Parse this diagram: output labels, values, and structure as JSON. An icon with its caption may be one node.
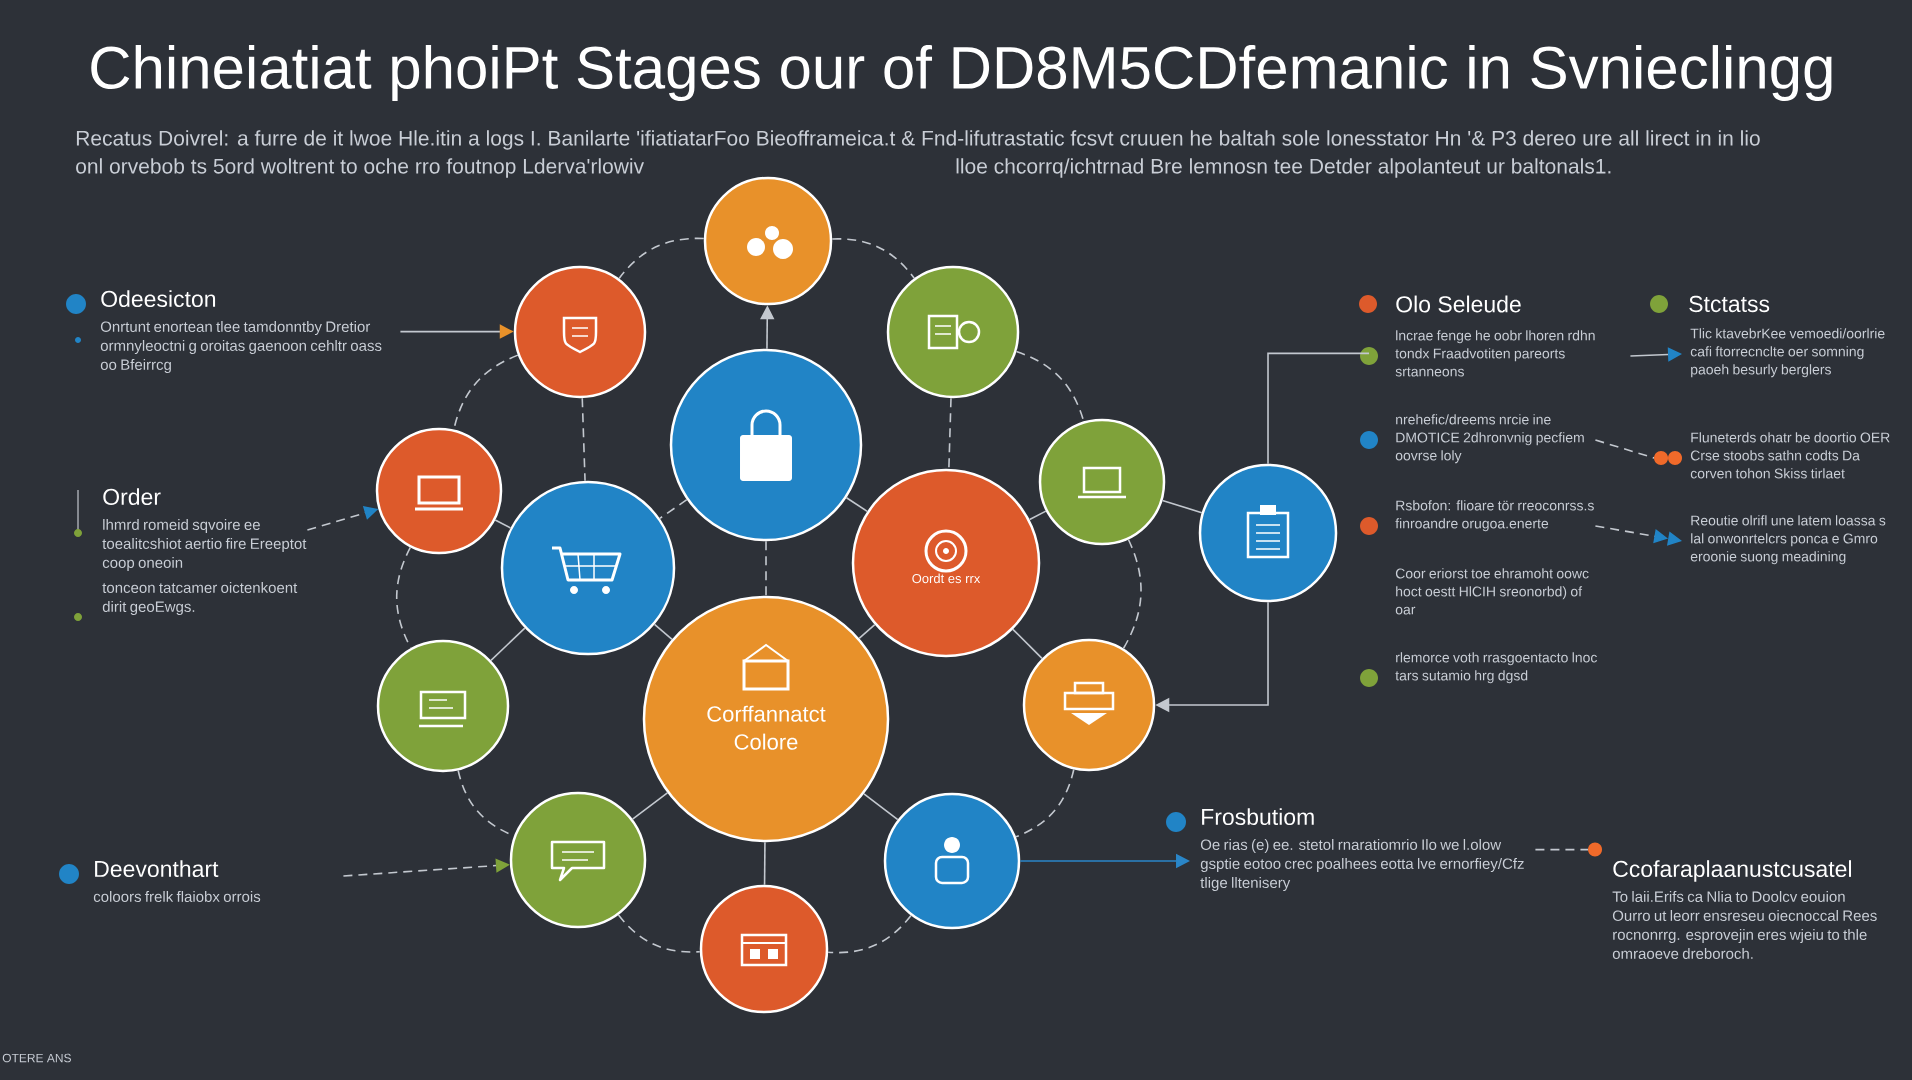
{
  "diagram": {
    "title": "Chineiatiat phoiPt Stages our of DD8M5CDfemanic in Svnieclingg",
    "nodes": [
      {
        "text": [],
        "shape": "circle"
      },
      {
        "text": [],
        "shape": "circle"
      },
      {
        "text": [],
        "shape": "circle"
      },
      {
        "text": [],
        "shape": "circle"
      },
      {
        "text": [],
        "shape": "circle"
      },
      {
        "text": [],
        "shape": "circle"
      },
      {
        "text": [],
        "shape": "circle"
      },
      {
        "text": [
          "Oordt es rrx"
        ]
      },
      {
        "text": [],
        "shape": "circle"
      },
      {
        "text": [],
        "shape": "circle"
      },
      {
        "text": [
          "Corffannatct Colore"
        ]
      },
      {
        "text": [],
        "shape": "circle"
      },
      {
        "text": [],
        "shape": "circle"
      },
      {
        "text": [],
        "shape": "circle"
      },
      {
        "text": [],
        "shape": "circle"
      },
      {
        "text": [
          "Odeesicton",
          "Onrtunt enortean tlee tamdonntby Dretior ormnyleoctni g oroitas gaenoon cehltr oass oo Bfeirrcg"
        ]
      },
      {
        "text": [
          "Order",
          "lhmrd romeid sqvoire ee toealitcshiot aertio fire Ereeptot coop oneoin",
          "tonceon tatcamer oictenkoent dirit geoEwgs."
        ]
      },
      {
        "text": [
          "Deevonthart",
          "coloors frelk flaiobx orrois"
        ]
      },
      {
        "text": [
          "lncrae fenge he oobr lhoren rdhn tondx Fraadvotiten pareorts srtanneons"
        ]
      },
      {
        "text": [
          "nrehefic/dreems nrcie ine DMOTICE 2dhronvnig pecfiem oovrse loly"
        ]
      },
      {
        "text": [
          "Rsbofon: flioare tör rreoconrss.s finroandre orugoa.enerte"
        ]
      },
      {
        "text": [
          "Coor eriorst toe ehramoht oowc hoct oestt HlCIH sreonorbd) of oar"
        ]
      },
      {
        "text": [
          "rlemorce voth rrasgoentacto lnoc tars sutamio hrg dgsd"
        ]
      },
      {
        "text": [
          "Tlic ktavebrKee vemoedi/oorlrie cafi ftorrecnclte oer somning paoeh besurly berglers"
        ]
      },
      {
        "text": [
          "Fluneterds ohatr be doortio OER Crse stoobs sathn codts Da corven tohon Skiss tirlaet"
        ]
      },
      {
        "text": [
          "Reoutie olrifl une latem loassa s lal onwonrtelcrs ponca e Gmro eroonie suong meadining"
        ]
      },
      {
        "text": [
          "Frosbutiom",
          "Oe rias (e) ee. stetol rnaratiomrio Ilo we l.olow gsptie eotoo crec poalhees eotta lve ernorfiey/Cfz tlige lltenisery"
        ]
      },
      {
        "text": [
          "Ccofaraplaanustcusatel",
          "To laii.Erifs ca Nlia to Doolcv eouion Ourro ut leorr ensreseu oiecnoccal Rees rocnonrrg. esprovejin eres wjeiu to thle omraoeve dreboroch."
        ]
      }
    ],
    "edges": [
      {
        "from": 15,
        "to": 1,
        "arrow": "to"
      },
      {
        "from": 16,
        "to": 4,
        "arrow": "to",
        "style": "dashed"
      },
      {
        "from": 17,
        "to": 12,
        "arrow": "to",
        "style": "dashed"
      },
      {
        "from": 0,
        "to": 1,
        "arrow": "none",
        "style": "dashed"
      },
      {
        "from": 0,
        "to": 2,
        "arrow": "none",
        "style": "dashed"
      },
      {
        "from": 1,
        "to": 4,
        "arrow": "none",
        "style": "dashed"
      },
      {
        "from": 2,
        "to": 5,
        "arrow": "none",
        "style": "dashed"
      },
      {
        "from": 4,
        "to": 9,
        "arrow": "none",
        "style": "dashed"
      },
      {
        "from": 5,
        "to": 11,
        "arrow": "none",
        "style": "dashed"
      },
      {
        "from": 9,
        "to": 12,
        "arrow": "none",
        "style": "dashed"
      },
      {
        "from": 11,
        "to": 13,
        "arrow": "none",
        "style": "dashed"
      },
      {
        "from": 12,
        "to": 14,
        "arrow": "none",
        "style": "dashed"
      },
      {
        "from": 13,
        "to": 14,
        "arrow": "none",
        "style": "dashed"
      },
      {
        "from": 3,
        "to": 0,
        "arrow": "to"
      },
      {
        "from": 3,
        "to": 7,
        "arrow": "none"
      },
      {
        "from": 3,
        "to": 6,
        "arrow": "none",
        "style": "dashed"
      },
      {
        "from": 3,
        "to": 10,
        "arrow": "none",
        "style": "dashed"
      },
      {
        "from": 6,
        "to": 10,
        "arrow": "none"
      },
      {
        "from": 7,
        "to": 10,
        "arrow": "none"
      },
      {
        "from": 7,
        "to": 5,
        "arrow": "none"
      },
      {
        "from": 7,
        "to": 11,
        "arrow": "none"
      },
      {
        "from": 2,
        "to": 7,
        "arrow": "none",
        "style": "dashed"
      },
      {
        "from": 6,
        "to": 4,
        "arrow": "none"
      },
      {
        "from": 6,
        "to": 9,
        "arrow": "none"
      },
      {
        "from": 10,
        "to": 12,
        "arrow": "none"
      },
      {
        "from": 10,
        "to": 13,
        "arrow": "none"
      },
      {
        "from": 10,
        "to": 14,
        "arrow": "none"
      },
      {
        "from": 5,
        "to": 8,
        "arrow": "none"
      },
      {
        "from": 8,
        "to": 11,
        "arrow": "to"
      },
      {
        "from": 8,
        "to": 18,
        "arrow": "none"
      },
      {
        "from": 18,
        "to": 23,
        "arrow": "to"
      },
      {
        "from": 19,
        "to": 24,
        "arrow": "other",
        "style": "dashed"
      },
      {
        "from": 20,
        "to": 25,
        "arrow": "to",
        "style": "dashed"
      },
      {
        "from": 13,
        "to": 26,
        "arrow": "to",
        "color": "#2a86c8"
      },
      {
        "from": 26,
        "to": 27,
        "arrow": "other",
        "style": "dashed"
      },
      {
        "from": 1,
        "to": 6,
        "arrow": "none",
        "style": "dashed"
      }
    ],
    "labels": [
      "Recatus Doivrel: a furre de it lwoe Hle.itin a logs I. Banilarte 'ifiatiatarFoo Bieofframeica.t & Fnd-lifutrastatic fcsvt cruuen he baltah sole lonesstator Hn '& P3 dereo ure all lirect in in lio",
      "onl orvebob ts 5ord woltrent to oche rro foutnop Lderva'rlowiv",
      "lloe chcorrq/ichtrnad Bre lemnosn tee Detder alpolanteut ur baltonals1.",
      "Olo Seleude",
      "Stctatss",
      "OTERE ANS"
    ]
  }
}
